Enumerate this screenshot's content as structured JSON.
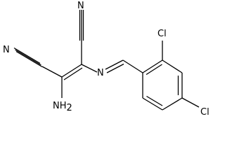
{
  "molecule": {
    "atoms": {
      "n_nitrile_left": "N",
      "n_nitrile_top": "N",
      "amine_n": "NH",
      "amine_h_subscript": "2",
      "imine_n": "N",
      "cl_ortho": "Cl",
      "cl_para": "Cl"
    }
  },
  "colors": {
    "bond": "#000000",
    "label": "#000000",
    "background": "#ffffff"
  }
}
